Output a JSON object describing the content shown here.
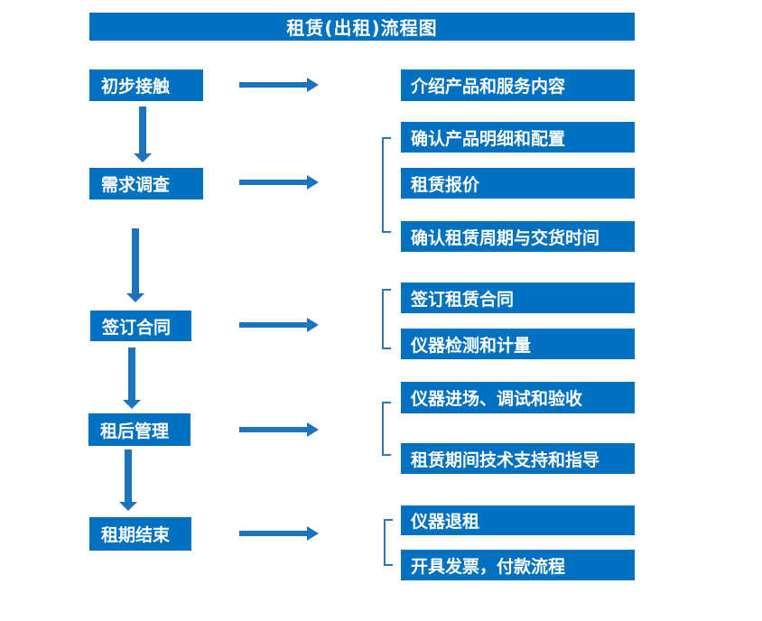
{
  "title": "租赁(出租)流程图",
  "colors": {
    "box": "#0070c0",
    "arrow": "#1e73be",
    "bracket": "#2e75b6",
    "text": "#ffffff",
    "background": "#ffffff"
  },
  "icons": {
    "arrow_right": "solid-right-arrow (css triangle + bar)",
    "arrow_down": "solid-down-arrow (css triangle + bar)",
    "bracket_left": "thin square bracket [ grouping outputs"
  },
  "steps": [
    {
      "label": "初步接触",
      "outputs": [
        "介绍产品和服务内容"
      ]
    },
    {
      "label": "需求调查",
      "outputs": [
        "确认产品明细和配置",
        "租赁报价",
        "确认租赁周期与交货时间"
      ]
    },
    {
      "label": "签订合同",
      "outputs": [
        "签订租赁合同",
        "仪器检测和计量"
      ]
    },
    {
      "label": "租后管理",
      "outputs": [
        "仪器进场、调试和验收",
        "租赁期间技术支持和指导"
      ]
    },
    {
      "label": "租期结束",
      "outputs": [
        "仪器退租",
        "开具发票，付款流程"
      ]
    }
  ]
}
